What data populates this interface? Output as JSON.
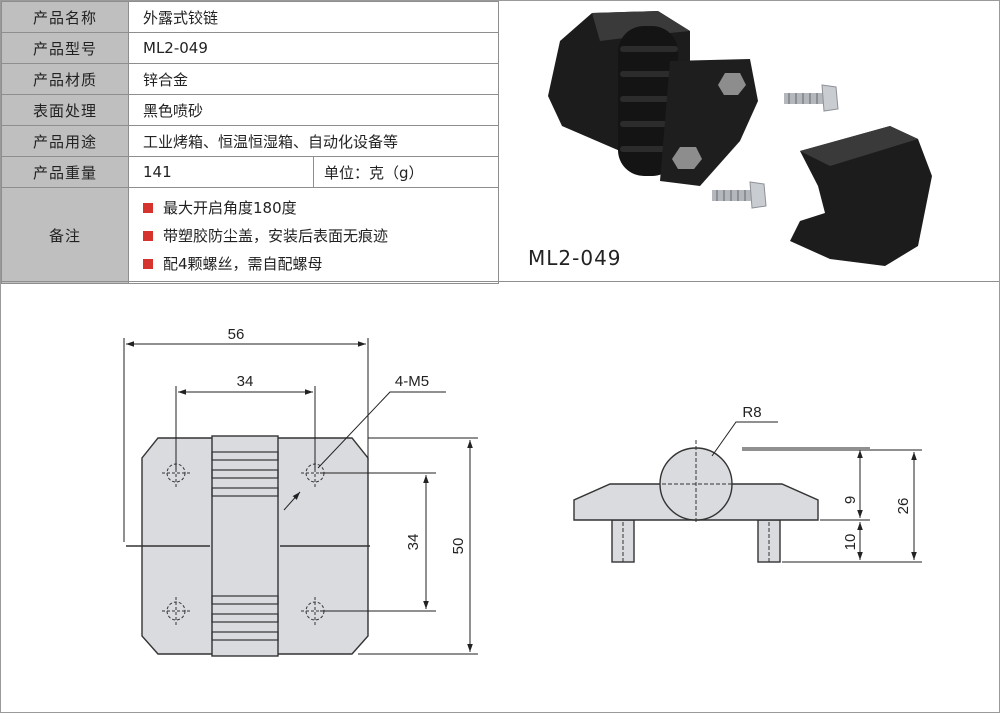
{
  "spec": {
    "rows": [
      {
        "label": "产品名称",
        "value": "外露式铰链"
      },
      {
        "label": "产品型号",
        "value": "ML2-049"
      },
      {
        "label": "产品材质",
        "value": "锌合金"
      },
      {
        "label": "表面处理",
        "value": "黑色喷砂"
      },
      {
        "label": "产品用途",
        "value": "工业烤箱、恒温恒湿箱、自动化设备等"
      }
    ],
    "weight": {
      "label": "产品重量",
      "value": "141",
      "unit": "单位：克（g）"
    },
    "notes": {
      "label": "备注",
      "items": [
        "最大开启角度180度",
        "带塑胶防尘盖，安装后表面无痕迹",
        "配4颗螺丝，需自配螺母"
      ]
    }
  },
  "photo": {
    "model": "ML2-049"
  },
  "drawing": {
    "front": {
      "width": "56",
      "hole_spacing_x": "34",
      "hole_spacing_y": "34",
      "height": "50",
      "screw": "4-M5"
    },
    "side": {
      "radius": "R8",
      "dim_small": "9",
      "dim_pin": "10",
      "dim_total": "26"
    }
  },
  "colors": {
    "label_bg": "#bfbfbf",
    "bullet": "#d6332e",
    "part_fill": "#d9dbdf",
    "part_black": "#1c1c1c"
  }
}
